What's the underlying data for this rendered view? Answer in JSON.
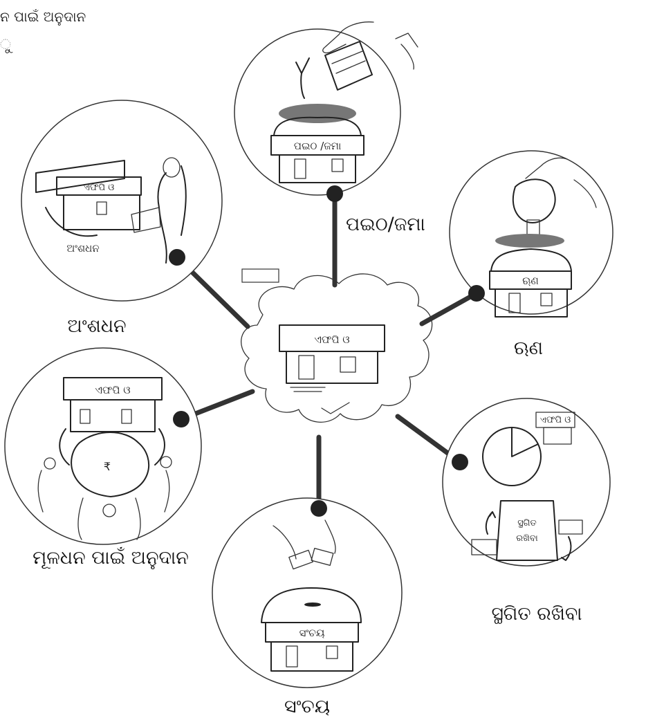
{
  "header": {
    "line1": "ନ ପାଇଁ ଅନୁଦାନ",
    "line2": "ୁ"
  },
  "center": {
    "sign": "ଏଫପି ଓ"
  },
  "nodes": {
    "deposit": {
      "label": "ପଇଠ/ଜମା",
      "sign": "ପଇଠ /ଜମା"
    },
    "loan": {
      "label": "ଋଣ",
      "sign": "ଋଣ"
    },
    "storage": {
      "label": "ସ୍ଥଗିତ ରଖିବା",
      "sign": "ଏଫପି ଓ",
      "bag_line1": "ସ୍ଥଗିତ",
      "bag_line2": "ରଖିବା"
    },
    "savings": {
      "label": "ସଂଚୟ",
      "sign": "ସଂଚୟ"
    },
    "grant": {
      "label": "ମୂଳଧନ ପାଇଁ ଅନୁଦାନ",
      "sign": "ଏଫପି ଓ",
      "bag_symbol": "₹"
    },
    "share": {
      "label": "ଅଂଶଧନ",
      "sign": "ଏଫପି ଓ",
      "caption": "ଅଂଶଧନ"
    }
  }
}
